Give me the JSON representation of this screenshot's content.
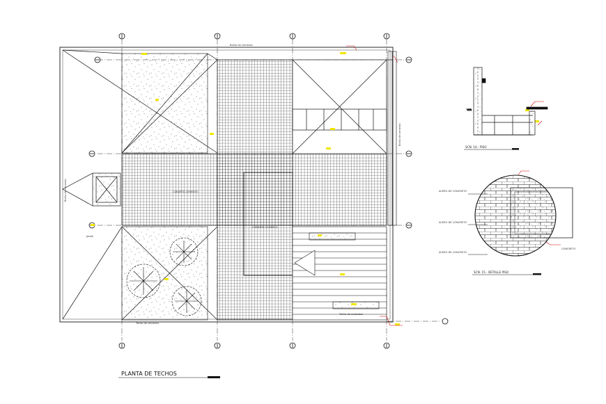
{
  "drawing": {
    "title": "PLANTA DE TECHOS",
    "section_a_title": "SCN. 14.- PISO",
    "section_b_title": "SCN. 15.- DETALLE PISO",
    "small_labels": {
      "top_edge": "Bohío de cemento",
      "left_edge": "Bohío de cemento",
      "right_edge": "Bohío de cemento",
      "bottom_edge": "Techo de cemento",
      "bottom_right": "Techo de acabados",
      "center_block": "CUBIERTA CEMENTO",
      "center_block_b": "CUBIERTA CEMENTO",
      "garden_label": "Jardín",
      "detail_a_1": "ACERO DE CONCRETO",
      "detail_a_2": "ACERO DE CONCRETO",
      "detail_a_3": "ACERO DE CONCRETO",
      "detail_concrete": "CONCRETO",
      "section_height": "VAR"
    },
    "colors": {
      "line": "#111111",
      "tag_yellow": "#f2e600",
      "callout_red": "#d40000",
      "stipple": "#555555",
      "background": "#ffffff"
    }
  }
}
